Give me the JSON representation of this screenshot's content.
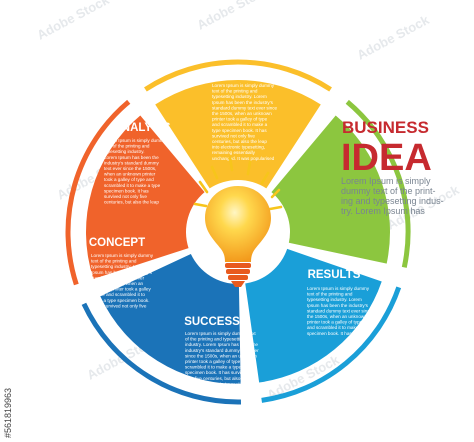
{
  "watermark": "Adobe Stock",
  "stock_id": "#561819963",
  "segments": [
    {
      "id": "strategy",
      "title": "STRATEGY",
      "color": "#fbbf2a",
      "ring_color": "#fbbf2a",
      "body": [
        "Lorem Ipsum is simply dummy",
        "text of the printing and",
        "typesetting industry. Lorem",
        "Ipsum has been the industry's",
        "standard dummy text ever since",
        "the 1500s, when an unknown",
        "printer took a galley of type",
        "and scrambled it to make a",
        "type specimen book. It has",
        "survived not only five",
        "centuries, but also the leap",
        "into electronic typesetting,",
        "remaining essentially",
        "unchanged. It was popularised"
      ]
    },
    {
      "id": "analysis",
      "title": "ANALYSIS",
      "color": "#f0632b",
      "ring_color": "#f0632b",
      "body": [
        "Lorem Ipsum is simply dummy",
        "text of the printing and",
        "typesetting industry.",
        "Lorem Ipsum has been the",
        "industry's standard dummy",
        "text ever since the 1500s,",
        "when an unknown printer",
        "took a galley of type and",
        "scrambled it to make a type",
        "specimen book. It has",
        "survived not only five",
        "centuries, but also the leap"
      ]
    },
    {
      "id": "concept",
      "title": "CONCEPT",
      "color": "#1b73b8",
      "ring_color": "#1b73b8",
      "body": [
        "Lorem Ipsum is simply dummy",
        "text of the printing and",
        "typesetting industry. Lorem",
        "Ipsum has been the industry's",
        "standard dummy text ever",
        "since the 1500s, when an",
        "unknown printer took a galley",
        "of type and scrambled it to",
        "make a type specimen book.",
        "It has survived not only five"
      ]
    },
    {
      "id": "success",
      "title": "SUCCESS",
      "color": "#1a9fd8",
      "ring_color": "#1a9fd8",
      "body": [
        "Lorem Ipsum is simply dummy text",
        "of the printing and typesetting",
        "industry. Lorem Ipsum has been the",
        "industry's standard dummy text ever",
        "since the 1500s, when an unknown",
        "printer took a galley of type and",
        "scrambled it to make a type",
        "specimen book. It has survived not",
        "only five centuries, but also the",
        "leap into electronic typesetting,",
        "remaining essentially"
      ]
    },
    {
      "id": "results",
      "title": "RESULTS",
      "color": "#8cc63f",
      "ring_color": "#8cc63f",
      "body": [
        "Lorem Ipsum is simply dummy",
        "text of the printing and",
        "typesetting industry. Lorem",
        "Ipsum has been the industry's",
        "standard dummy text ever since",
        "the 1500s, when an unknown",
        "printer took a galley of type",
        "and scrambled it to make a type",
        "specimen book. It has survived"
      ]
    }
  ],
  "side": {
    "title_line1": "BUSINESS",
    "title_line2": "IDEA",
    "body": [
      "Lorem Ipsum is simply",
      "dummy text of the print-",
      "ing and typesetting indus-",
      "try. Lorem Ipsum has"
    ]
  },
  "bulb": {
    "glow_color": "#ffd84d",
    "base_color": "#e85a1e",
    "ray_color": "#f7c51b"
  }
}
